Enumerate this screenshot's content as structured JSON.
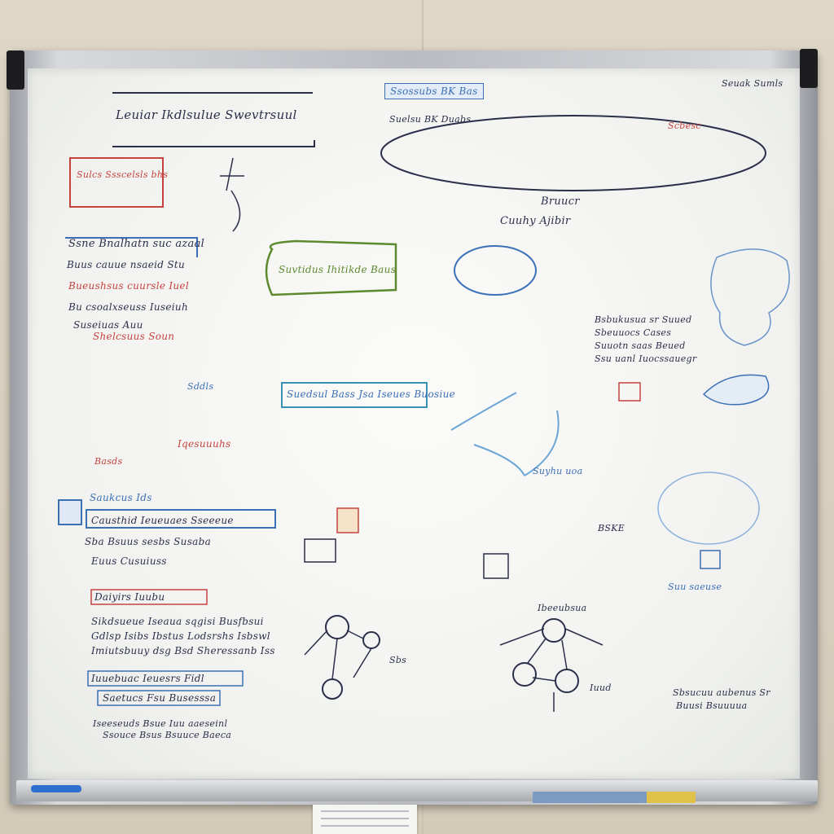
{
  "board": {
    "corner_note": "Seuak Sumls",
    "title": "Leuiar Ikdlsulue Swevtrsuul",
    "top_banner": "Ssossubs BK Bas",
    "top_left_box": "Sulcs Ssscelsls bhs",
    "top_cloud_label": "Suelsu BK Duabs",
    "cloud_right_text": "Scbesc",
    "mid_title_1": "Bruucr",
    "mid_title_2": "Cuuhy Ajibir",
    "green_box": "Suvtidus Ihitikde Baus",
    "left_heading": "Ssne Bnalhatn suc azaal",
    "left_lines": [
      "Buus cauue nsaeid Stu",
      "Bueushsus cuursle Iuel",
      "Bu csoalxseuss Iuseiuh",
      "Suseiuas Auu",
      "Shelcsuus Soun"
    ],
    "center_box": "Suedsul Bass Jsa Iseues Buosiue",
    "right_text_lines": [
      "Bsbukusua sr Suued",
      "Sbeuuocs Cases",
      "Suuotn saas Beued",
      "Ssu uanl Iuocssauegr"
    ],
    "red_note": "Iqesuuuhs",
    "red_small": "Basds",
    "left_lower_heading": "Saukcus Ids",
    "left_lower_lines": [
      "Causthid Ieueuaes Sseeeue",
      "Sba Bsuus sesbs Susaba",
      "Euus Cusuiuss"
    ],
    "bottom_left_heading": "Daiyirs Iuubu",
    "bottom_left_lines": [
      "Sikdsueue Iseaua sqgisi Busfbsui",
      "Gdlsp Isibs Ibstus Lodsrshs Isbswl",
      "Imiutsbuuy dsg Bsd Sheressanb Iss"
    ],
    "bottom_box_1": "Iuuebuac Ieuesrs Fidl",
    "bottom_box_2": "Saetucs Fsu Busesssa",
    "bottom_lines": [
      "Iseeseuds Bsue Iuu aaeseinl",
      "Ssouce Bsus Bsuuce Baeca"
    ],
    "network_label": "Ibeeubsua",
    "network_caption": "Iuud",
    "right_bottom_label": "Suu saeuse",
    "right_bottom_lines": [
      "Sbsucuu aubenus Sr",
      "Buusi Bsuuuua"
    ],
    "center_small_labels": [
      "Sddls",
      "Suyhu uoa",
      "BSKE",
      "Sbs"
    ]
  },
  "colors": {
    "ink_black": "#2b2f4a",
    "ink_blue": "#3b6fb6",
    "ink_red": "#c5433f",
    "ink_green": "#5d8a2e",
    "board": "#f4f5f2",
    "frame": "#b9bcc1",
    "wall": "#d9d0bf"
  }
}
